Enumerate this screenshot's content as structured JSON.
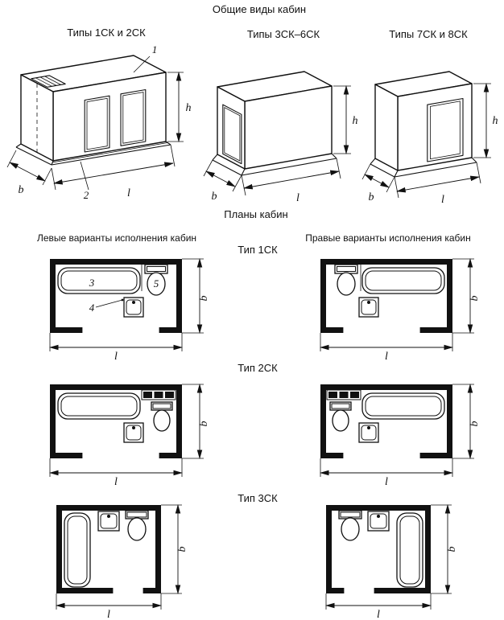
{
  "page": {
    "title": "Общие виды кабин",
    "plans_title": "Планы кабин",
    "left_variants_header": "Левые варианты исполнения кабин",
    "right_variants_header": "Правые варианты исполнения кабин",
    "ink": "#111111",
    "background": "#ffffff"
  },
  "general_views": {
    "view1": {
      "title": "Типы 1СК и 2СК"
    },
    "view2": {
      "title": "Типы 3СК–6СК"
    },
    "view3": {
      "title": "Типы 7СК и 8СК"
    }
  },
  "dimensions": {
    "width": "b",
    "length": "l",
    "height": "h"
  },
  "callouts": {
    "roof": "1",
    "base": "2",
    "bath": "3",
    "washbasin": "4",
    "toilet": "5"
  },
  "plan_rows": {
    "row1": {
      "label": "Тип 1СК"
    },
    "row2": {
      "label": "Тип 2СК"
    },
    "row3": {
      "label": "Тип 3СК"
    }
  }
}
